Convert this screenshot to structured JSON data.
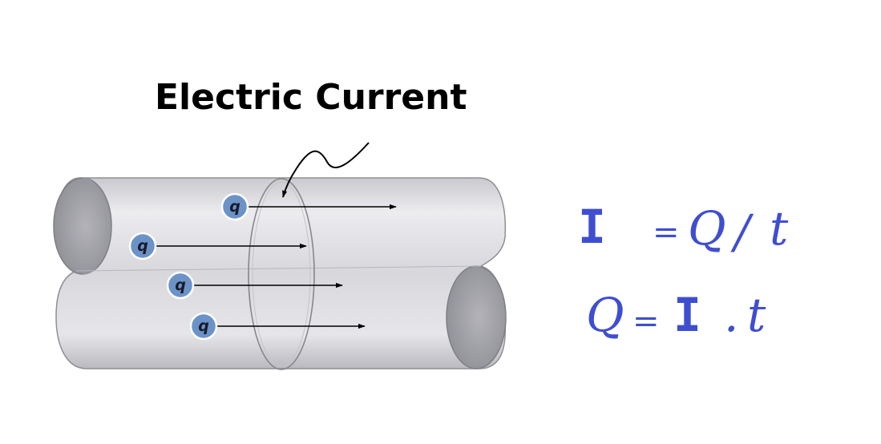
{
  "diagram": {
    "title": "Electric Current",
    "charge_label": "q",
    "colors": {
      "charge_fill": "#6b93c8",
      "charge_stroke": "#ffffff",
      "tube_body": "#dcdce0",
      "tube_edge": "#8e8e94",
      "equation_ink": "#3f4ed0",
      "arrow": "#000000"
    }
  },
  "equations": {
    "line1": {
      "current": "I",
      "equals": "=",
      "charge": "Q",
      "slash": "/",
      "time": "t"
    },
    "line2": {
      "charge": "Q",
      "equals": "=",
      "current": "I",
      "dot": ".",
      "time": "t"
    }
  }
}
